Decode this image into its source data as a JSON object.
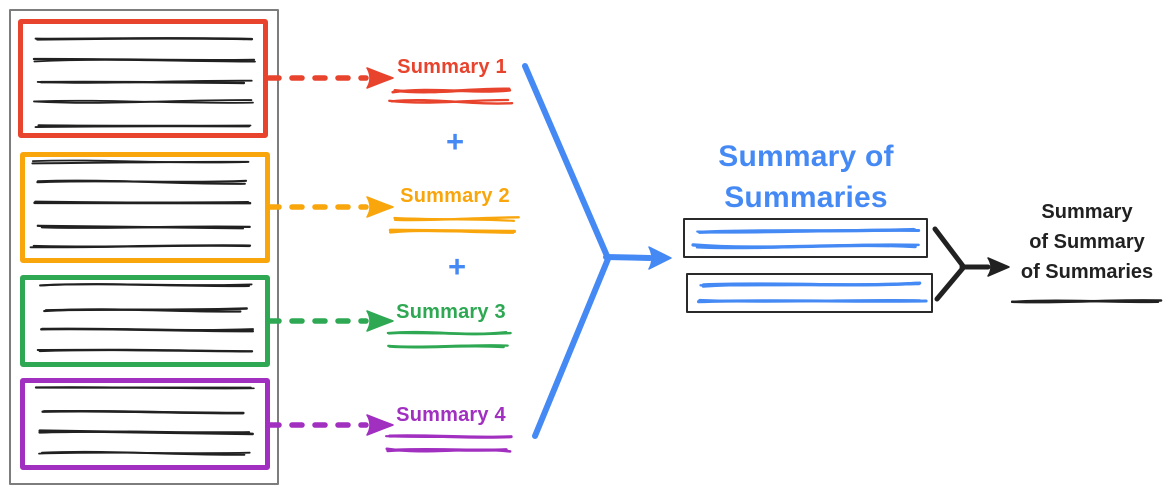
{
  "palette": {
    "red": "#E8432D",
    "orange": "#F9A60D",
    "green": "#2EA853",
    "purple": "#A12FC0",
    "blue": "#4589F4",
    "ink": "#212121",
    "frame": "#7D7D7D",
    "box_border": "#2A2A2A"
  },
  "source_document": {
    "sections": [
      {
        "id": 1,
        "color": "red",
        "text_lines": 5
      },
      {
        "id": 2,
        "color": "orange",
        "text_lines": 5
      },
      {
        "id": 3,
        "color": "green",
        "text_lines": 4
      },
      {
        "id": 4,
        "color": "purple",
        "text_lines": 4
      }
    ]
  },
  "summaries": [
    {
      "label": "Summary 1",
      "color": "red"
    },
    {
      "label": "Summary 2",
      "color": "orange"
    },
    {
      "label": "Summary 3",
      "color": "green"
    },
    {
      "label": "Summary 4",
      "color": "purple"
    }
  ],
  "operators": [
    "+",
    "+"
  ],
  "stage2": {
    "title_lines": [
      "Summary of",
      "Summaries"
    ],
    "box_count": 2
  },
  "final": {
    "lines": [
      "Summary",
      "of Summary",
      "of Summaries"
    ]
  }
}
